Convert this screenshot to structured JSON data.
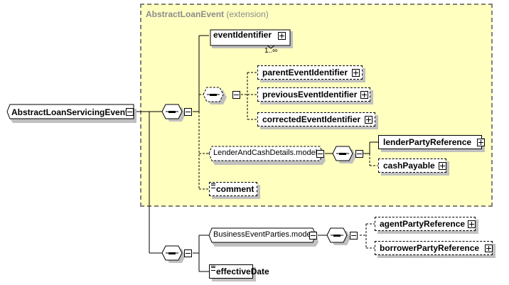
{
  "extension": {
    "name": "AbstractLoanEvent",
    "label": "(extension)"
  },
  "root": {
    "label": "AbstractLoanServicingEvent"
  },
  "elements": {
    "eventIdentifier": {
      "label": "eventIdentifier",
      "multiplicity": "1..∞"
    },
    "parentEventIdentifier": {
      "label": "parentEventIdentifier"
    },
    "previousEventIdentifier": {
      "label": "previousEventIdentifier"
    },
    "correctedEventIdentifier": {
      "label": "correctedEventIdentifier"
    },
    "lenderAndCashDetails": {
      "label": "LenderAndCashDetails.model"
    },
    "lenderPartyReference": {
      "label": "lenderPartyReference"
    },
    "cashPayable": {
      "label": "cashPayable"
    },
    "comment": {
      "label": "comment"
    },
    "businessEventParties": {
      "label": "BusinessEventParties.model"
    },
    "agentPartyReference": {
      "label": "agentPartyReference"
    },
    "borrowerPartyReference": {
      "label": "borrowerPartyReference"
    },
    "effectiveDate": {
      "label": "effectiveDate"
    }
  },
  "icons": {
    "sequence": "sequence-icon",
    "expand": "plus-icon",
    "collapse": "minus-icon",
    "simple": "simple-content-icon"
  }
}
